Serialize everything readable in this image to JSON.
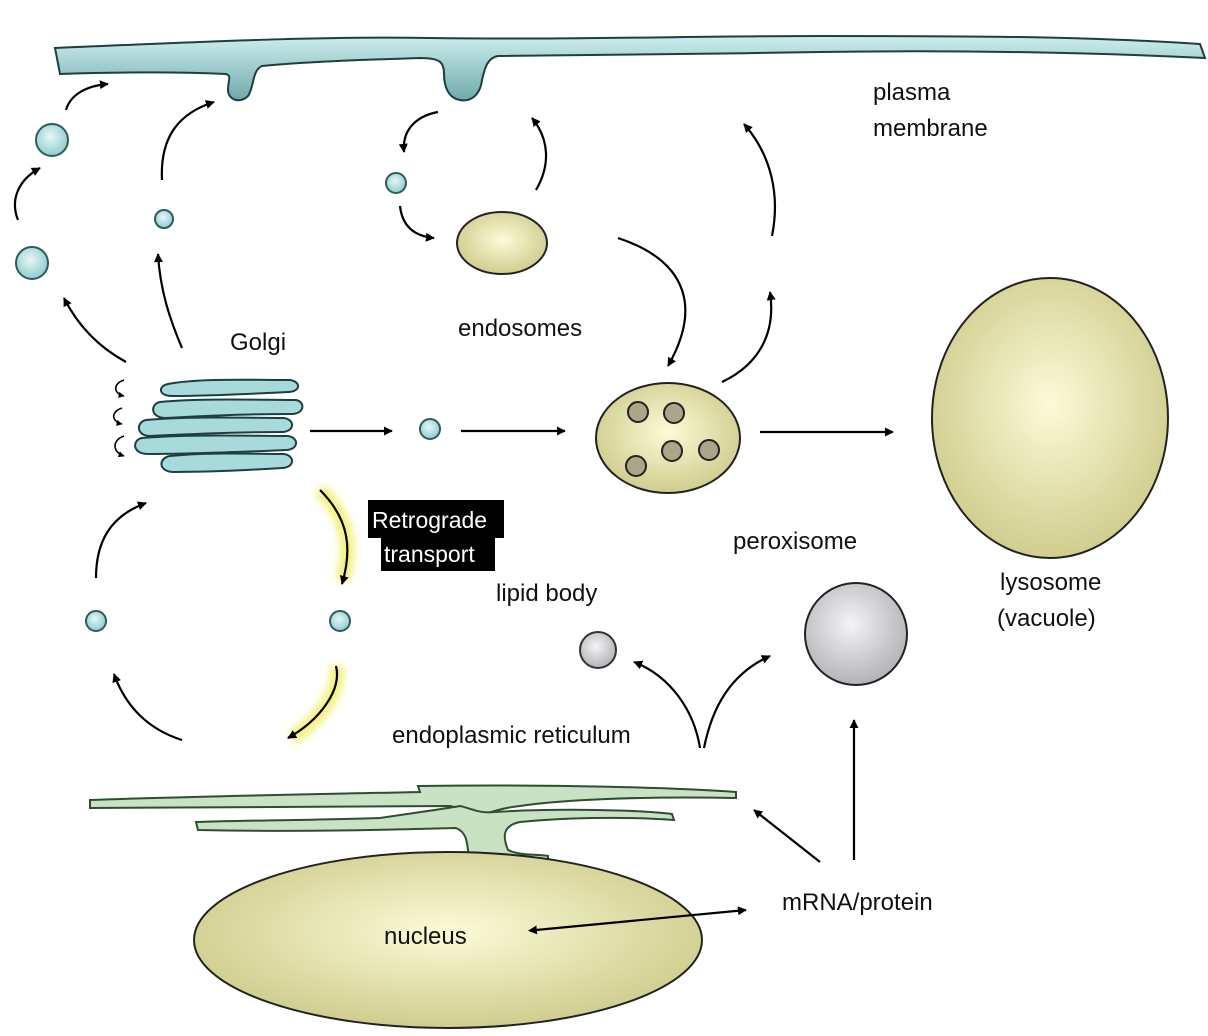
{
  "labels": {
    "plasma_membrane_line1": "plasma",
    "plasma_membrane_line2": "membrane",
    "endosomes": "endosomes",
    "golgi": "Golgi",
    "retrograde_line1": "Retrograde",
    "retrograde_line2": "transport",
    "peroxisome": "peroxisome",
    "lipid_body": "lipid body",
    "lysosome_line1": "lysosome",
    "lysosome_line2": "(vacuole)",
    "endoplasmic_reticulum": "endoplasmic reticulum",
    "mrna_protein": "mRNA/protein",
    "nucleus": "nucleus"
  },
  "colors": {
    "membrane": "#9fd3d6",
    "vesicle": "#a9dcdf",
    "organelle_yellow": "#d6d49a",
    "organelle_center": "#fbfbd8",
    "gray_body": "#bfbfc4",
    "highlight": "#f5f07a",
    "er": "#c9e2c4",
    "label_box": "#000000"
  }
}
